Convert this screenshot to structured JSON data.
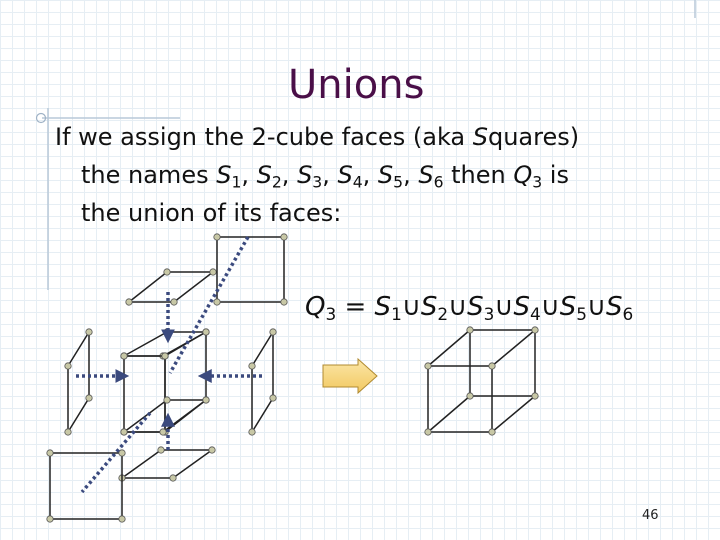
{
  "slide": {
    "title": "Unions",
    "line1": {
      "pre": "If we assign the 2-cube faces (aka ",
      "s": "S",
      "post": "quares)"
    },
    "line2": {
      "pre": "the names ",
      "names": [
        {
          "s": "S",
          "n": "1"
        },
        {
          "s": "S",
          "n": "2"
        },
        {
          "s": "S",
          "n": "3"
        },
        {
          "s": "S",
          "n": "4"
        },
        {
          "s": "S",
          "n": "5"
        },
        {
          "s": "S",
          "n": "6"
        }
      ],
      "sep": ", ",
      "then": " then ",
      "q": "Q",
      "qsub": "3",
      "post": " is"
    },
    "line3": "the union of its faces:",
    "formula": {
      "lhs": "Q",
      "lhs_sub": "3",
      "eq": " = ",
      "terms": [
        {
          "s": "S",
          "n": "1"
        },
        {
          "s": "S",
          "n": "2"
        },
        {
          "s": "S",
          "n": "3"
        },
        {
          "s": "S",
          "n": "4"
        },
        {
          "s": "S",
          "n": "5"
        },
        {
          "s": "S",
          "n": "6"
        }
      ],
      "op": "∪"
    },
    "page_number": "46"
  }
}
